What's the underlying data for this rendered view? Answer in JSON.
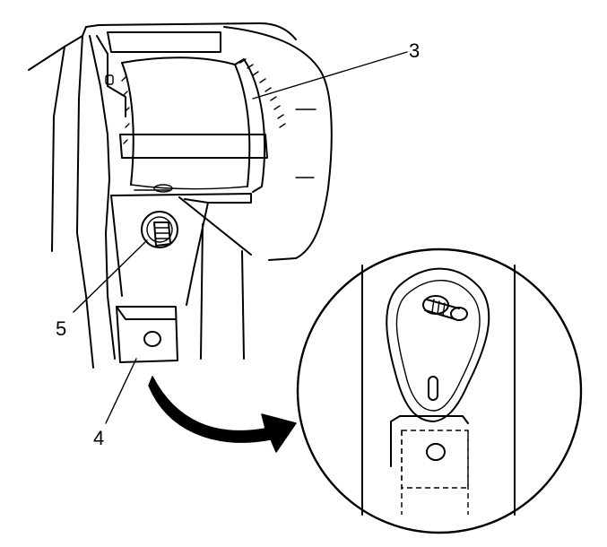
{
  "callouts": {
    "retractor": "3",
    "bracket": "4",
    "bolt": "5"
  },
  "colors": {
    "ink": "#000000",
    "paper": "#ffffff"
  }
}
